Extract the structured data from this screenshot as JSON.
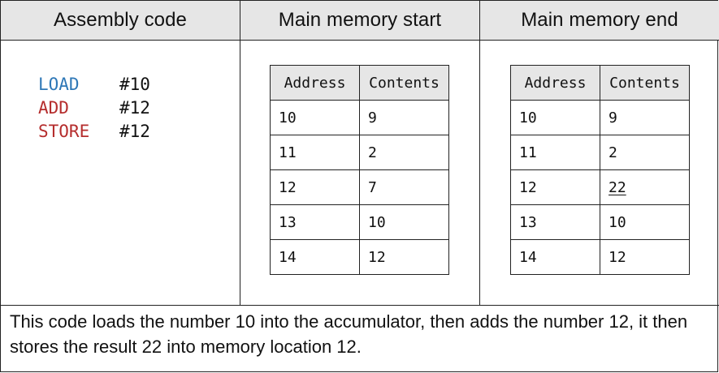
{
  "headers": {
    "assembly": "Assembly code",
    "mem_start": "Main memory start",
    "mem_end": "Main memory end"
  },
  "code": [
    {
      "op": "LOAD",
      "arg": "#10"
    },
    {
      "op": "ADD",
      "arg": "#12"
    },
    {
      "op": "STORE",
      "arg": "#12"
    }
  ],
  "table_headers": {
    "address": "Address",
    "contents": "Contents"
  },
  "memory_start": [
    {
      "address": "10",
      "contents": "9"
    },
    {
      "address": "11",
      "contents": "2"
    },
    {
      "address": "12",
      "contents": "7"
    },
    {
      "address": "13",
      "contents": "10"
    },
    {
      "address": "14",
      "contents": "12"
    }
  ],
  "memory_end": [
    {
      "address": "10",
      "contents": "9"
    },
    {
      "address": "11",
      "contents": "2"
    },
    {
      "address": "12",
      "contents": "22"
    },
    {
      "address": "13",
      "contents": "10"
    },
    {
      "address": "14",
      "contents": "12"
    }
  ],
  "colors": {
    "load_op": "#2f78b7",
    "add_store_op": "#b52d2d",
    "header_bg": "#e6e6e6"
  },
  "footer": {
    "t1": "This code loads the ",
    "b1": "number",
    "t2": " 10 into the accumulator, then adds the ",
    "b2": "number",
    "t3": " 12, it then stores the result 22 into memory location 12."
  }
}
